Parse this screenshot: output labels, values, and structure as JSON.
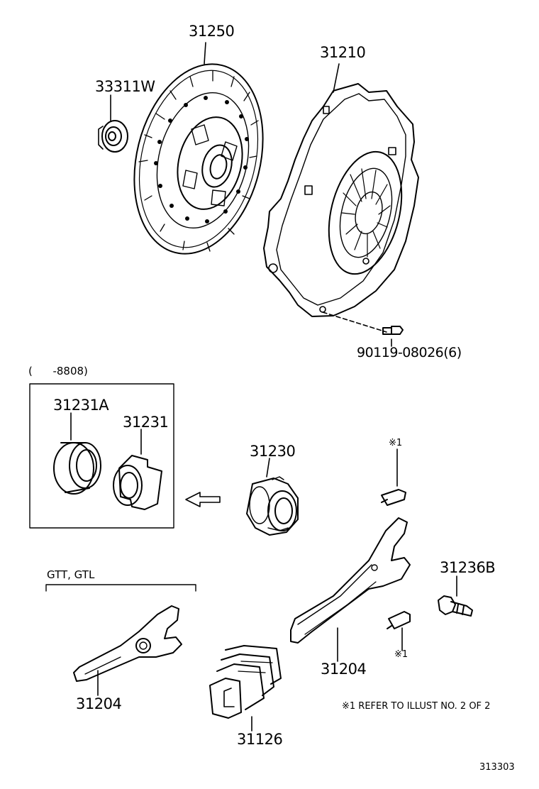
{
  "labels": {
    "p31250": "31250",
    "p33311w": "33311W",
    "p31210": "31210",
    "p90119": "90119-08026(6)",
    "date_range": "(      -8808)",
    "p31231a": "31231A",
    "p31231": "31231",
    "p31230": "31230",
    "mark_top": "※1",
    "p31236b": "31236B",
    "mark_bottom": "※1",
    "gtt_gtl": "GTT, GTL",
    "p31204_left": "31204",
    "p31204_right": "31204",
    "p31126": "31126",
    "note": "※1 REFER TO ILLUST NO. 2 OF 2",
    "illus_no": "313303"
  }
}
